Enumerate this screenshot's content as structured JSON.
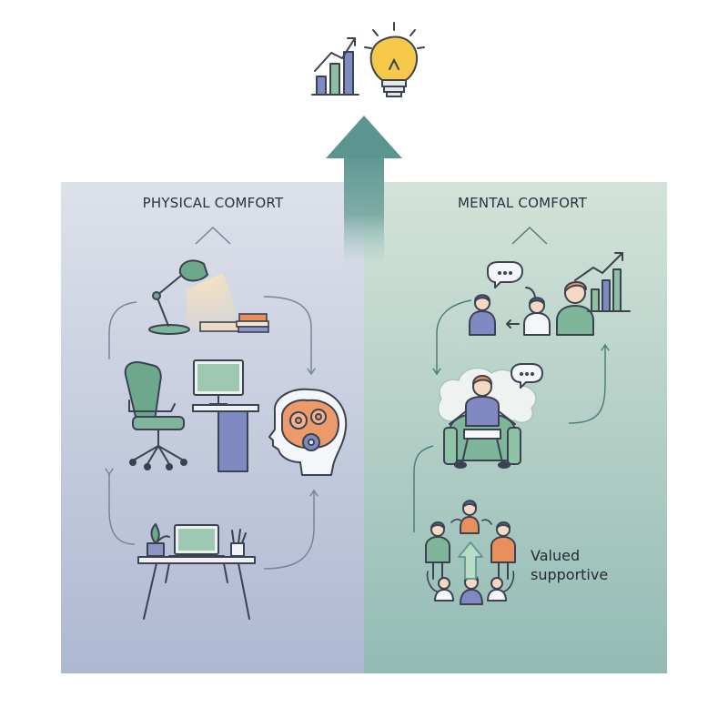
{
  "panels": {
    "left": {
      "title": "PHYSICAL COMFORT"
    },
    "right": {
      "title": "MENTAL COMFORT"
    }
  },
  "callout": {
    "line1": "Valued",
    "line2": "supportive"
  },
  "colors": {
    "left_panel_top": "#d9dee8",
    "left_panel_bottom": "#aeb9d3",
    "right_panel_top": "#cfe0d6",
    "right_panel_bottom": "#93bcb5",
    "arrow": "#5e9791",
    "stroke": "#3b4250",
    "green_accent": "#7fb59a",
    "blue_accent": "#7f8bc0",
    "orange_accent": "#e98f5e"
  },
  "icons": [
    "growth-chart-icon",
    "lightbulb-icon",
    "desk-lamp-icon",
    "books-icon",
    "office-chair-icon",
    "monitor-icon",
    "standing-desk-icon",
    "brain-gears-icon",
    "laptop-desk-icon",
    "conversation-icon",
    "growth-bar-icon",
    "relaxed-person-icon",
    "team-circle-icon"
  ]
}
